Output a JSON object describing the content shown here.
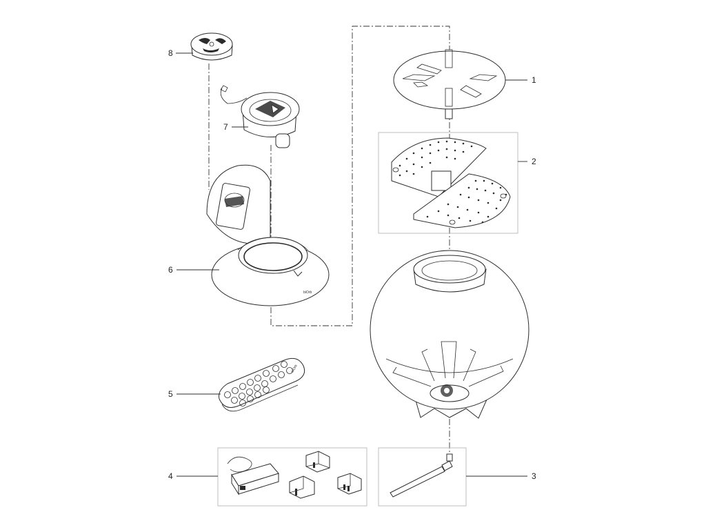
{
  "parts": [
    {
      "number": "1",
      "icon": "filter-plate-icon"
    },
    {
      "number": "2",
      "icon": "split-perforated-plate-icon"
    },
    {
      "number": "3",
      "icon": "air-tube-icon"
    },
    {
      "number": "4",
      "icon": "power-adapter-kit-icon"
    },
    {
      "number": "5",
      "icon": "remote-control-icon"
    },
    {
      "number": "6",
      "icon": "lid-with-hinged-cover-icon"
    },
    {
      "number": "7",
      "icon": "pump-light-unit-icon"
    },
    {
      "number": "8",
      "icon": "filter-cap-icon"
    }
  ],
  "labels": {
    "lid_logo": "biOrb",
    "remote_logo": "biOrb"
  }
}
